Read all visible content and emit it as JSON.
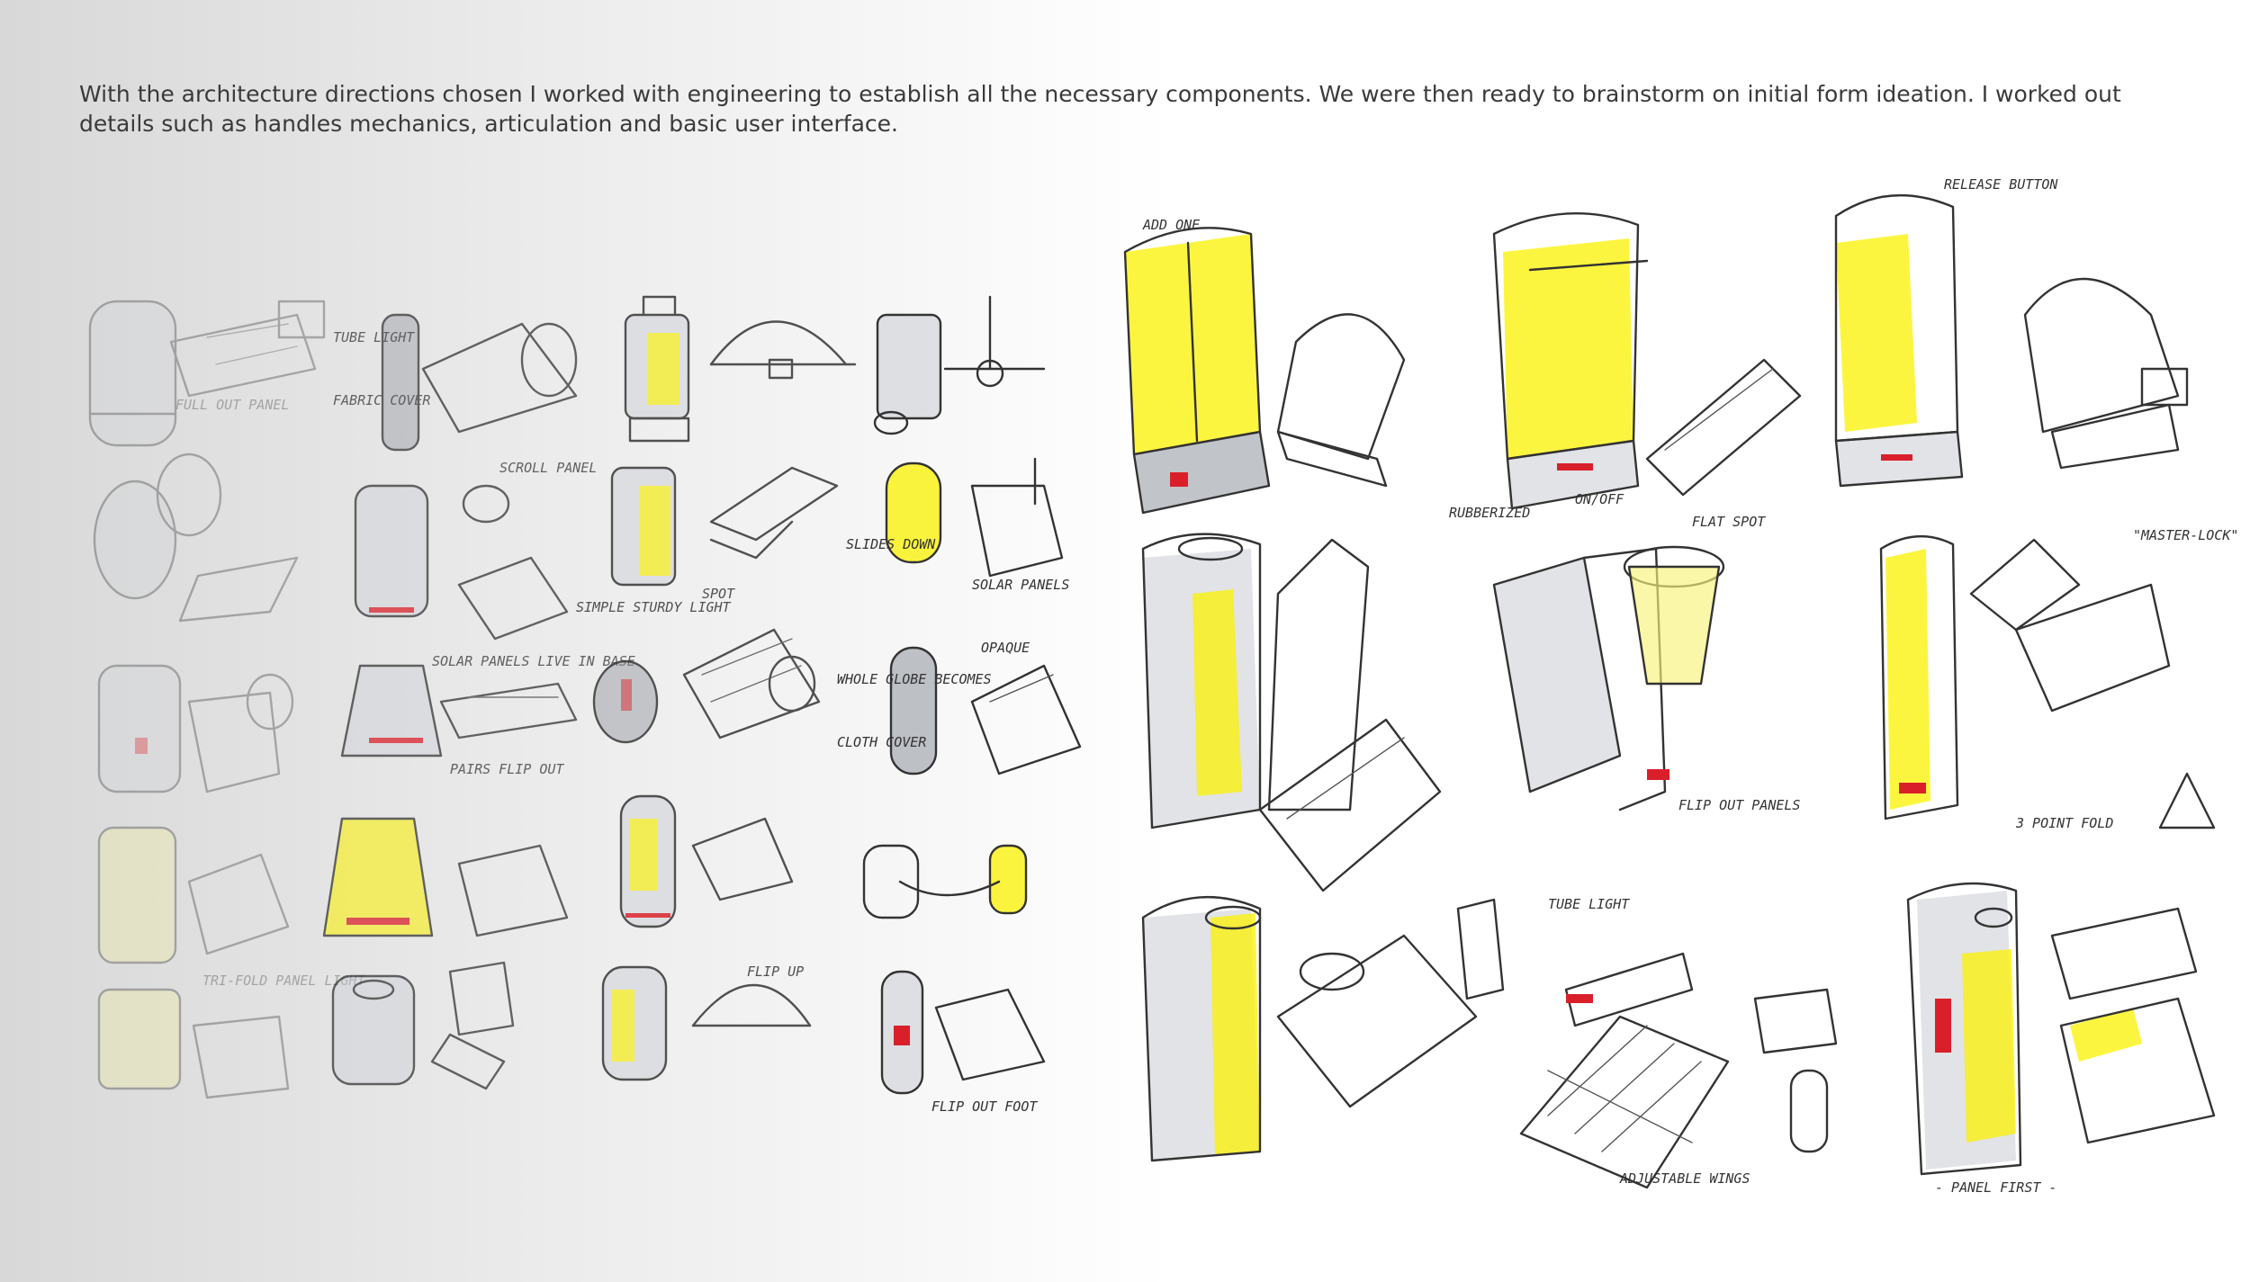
{
  "intro": {
    "text": "With the architecture directions chosen I worked with engineering to establish all the necessary components.  We were then ready to brainstorm on initial form ideation.  I worked out details such as handles mechanics, articulation and basic user interface."
  },
  "annotations": {
    "add_one": "ADD ONE",
    "release_button": "RELEASE BUTTON",
    "rubberized": "RUBBERIZED",
    "on_off": "ON/OFF",
    "flat_spot": "FLAT SPOT",
    "master_lock": "\"MASTER-LOCK\"",
    "flip_out_panels": "FLIP OUT PANELS",
    "three_point_fold": "3 POINT FOLD",
    "tube_light": "TUBE LIGHT",
    "adjustable_wings": "ADJUSTABLE WINGS",
    "panel_first": "- PANEL FIRST -",
    "simple_sturdy_light": "SIMPLE STURDY LIGHT",
    "solar_panels": "SOLAR PANELS",
    "opaque": "OPAQUE",
    "flip_up": "FLIP UP",
    "flip_out_foot": "FLIP OUT FOOT",
    "tri_fold_panel_light": "TRI-FOLD PANEL LIGHT",
    "full_out_panel": "FULL OUT PANEL",
    "pairs_flip_out": "PAIRS FLIP OUT",
    "spot": "SPOT",
    "tube_light_small": "TUBE LIGHT",
    "fabric_cover": "FABRIC COVER",
    "scroll_panel": "SCROLL PANEL",
    "solar_panels_live_in_base": "SOLAR PANELS LIVE IN BASE",
    "slides_down": "SLIDES DOWN",
    "whole_globe_becomes": "WHOLE GLOBE BECOMES",
    "cloth_cover": "CLOTH COVER"
  },
  "colors": {
    "highlight": "#fbf200",
    "accent_red": "#d9202a",
    "ink": "#333333"
  }
}
